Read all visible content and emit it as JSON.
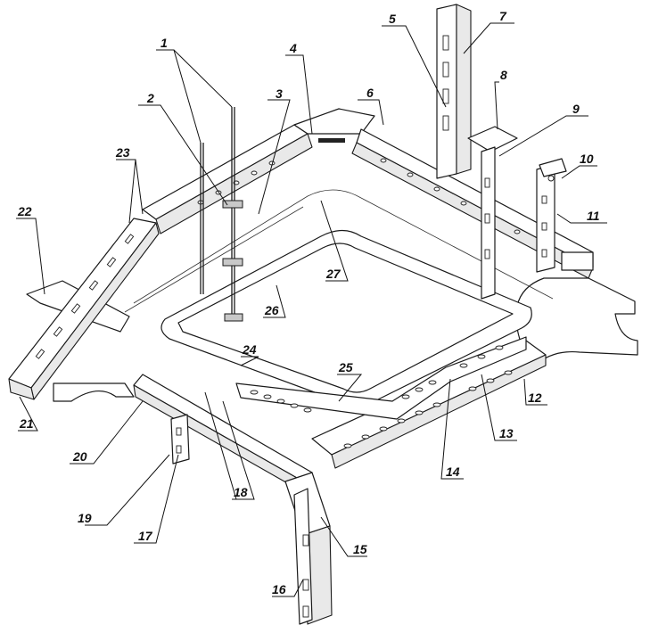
{
  "callouts": [
    {
      "text": "1"
    },
    {
      "text": "2"
    },
    {
      "text": "3"
    },
    {
      "text": "4"
    },
    {
      "text": "5"
    },
    {
      "text": "6"
    },
    {
      "text": "7"
    },
    {
      "text": "8"
    },
    {
      "text": "9"
    },
    {
      "text": "10"
    },
    {
      "text": "11"
    },
    {
      "text": "12"
    },
    {
      "text": "13"
    },
    {
      "text": "14"
    },
    {
      "text": "15"
    },
    {
      "text": "16"
    },
    {
      "text": "17"
    },
    {
      "text": "18"
    },
    {
      "text": "19"
    },
    {
      "text": "20"
    },
    {
      "text": "21"
    },
    {
      "text": "22"
    },
    {
      "text": "23"
    },
    {
      "text": "24"
    },
    {
      "text": "25"
    },
    {
      "text": "26"
    },
    {
      "text": "27"
    }
  ]
}
